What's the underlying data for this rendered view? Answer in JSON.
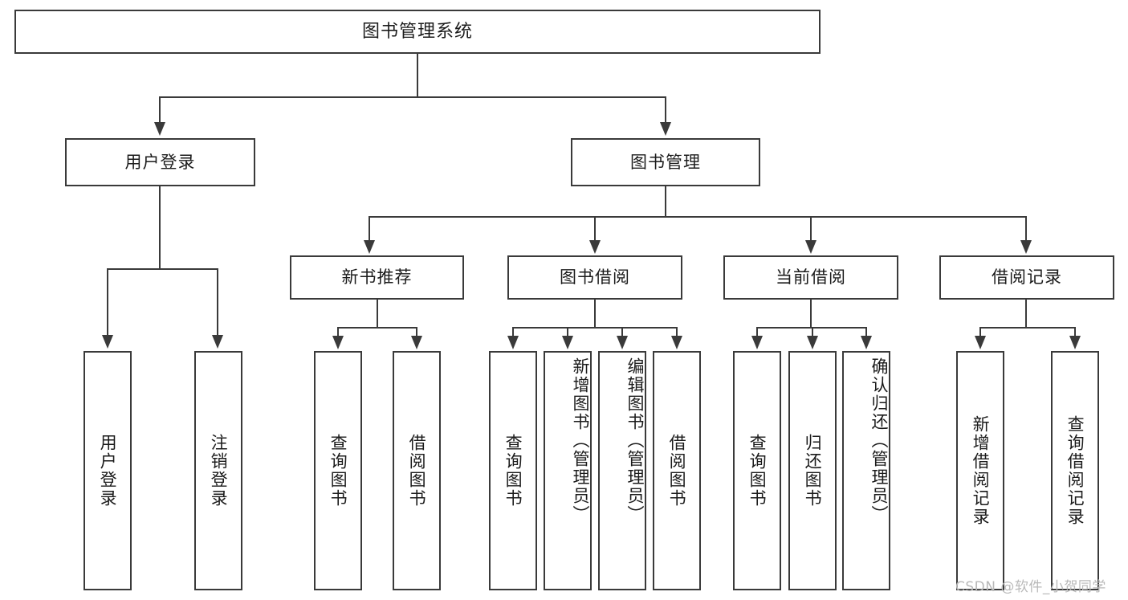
{
  "diagram": {
    "title": "图书管理系统",
    "type": "hierarchy-tree",
    "root": {
      "label": "图书管理系统"
    },
    "level2": [
      {
        "label": "用户登录"
      },
      {
        "label": "图书管理"
      }
    ],
    "level3": [
      {
        "label": "新书推荐"
      },
      {
        "label": "图书借阅"
      },
      {
        "label": "当前借阅"
      },
      {
        "label": "借阅记录"
      }
    ],
    "leaves": {
      "user_login": [
        {
          "label": "用户登录"
        },
        {
          "label": "注销登录"
        }
      ],
      "new_book_recommend": [
        {
          "label": "查询图书"
        },
        {
          "label": "借阅图书"
        }
      ],
      "book_borrow": [
        {
          "label": "查询图书"
        },
        {
          "label": "新增图书（管理员）"
        },
        {
          "label": "编辑图书（管理员）"
        },
        {
          "label": "借阅图书"
        }
      ],
      "current_borrow": [
        {
          "label": "查询图书"
        },
        {
          "label": "归还图书"
        },
        {
          "label": "确认归还（管理员）"
        }
      ],
      "borrow_record": [
        {
          "label": "新增借阅记录"
        },
        {
          "label": "查询借阅记录"
        }
      ]
    }
  },
  "watermark": {
    "text": "CSDN @软件_小贺同学"
  },
  "colors": {
    "stroke": "#3a3a3a",
    "text": "#1b1b1b",
    "background": "#ffffff",
    "watermark": "#b9b9b9"
  }
}
